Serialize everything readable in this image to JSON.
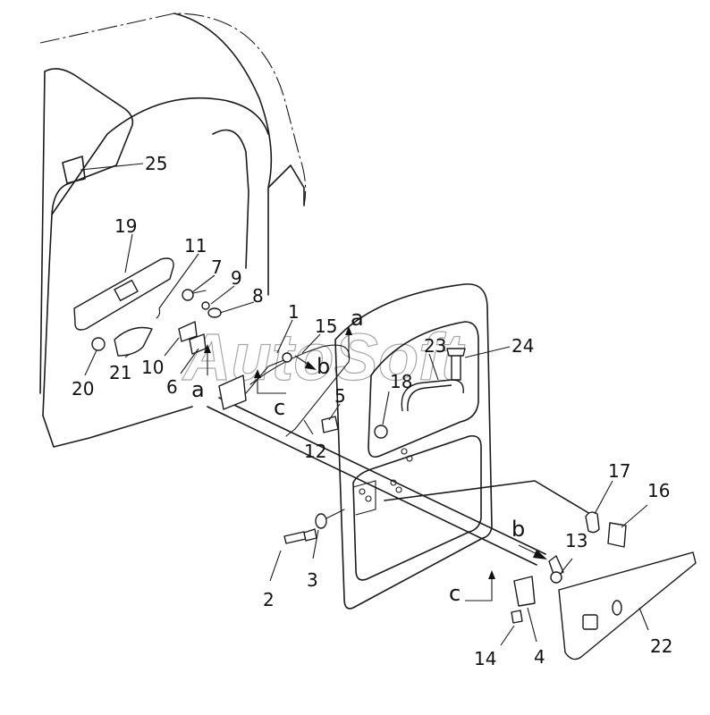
{
  "watermark": "AutoSoft",
  "callouts": {
    "c1": "1",
    "c2": "2",
    "c3": "3",
    "c4": "4",
    "c5": "5",
    "c6": "6",
    "c7": "7",
    "c8": "8",
    "c9": "9",
    "c10": "10",
    "c11": "11",
    "c12": "12",
    "c13": "13",
    "c14": "14",
    "c15": "15",
    "c16": "16",
    "c17": "17",
    "c18": "18",
    "c19": "19",
    "c20": "20",
    "c21": "21",
    "c22": "22",
    "c23": "23",
    "c24": "24",
    "c25": "25"
  },
  "view_markers": {
    "a_top": "a",
    "a_left": "a",
    "b_top": "b",
    "b_right": "b",
    "c_left": "c",
    "c_bottom": "c"
  }
}
